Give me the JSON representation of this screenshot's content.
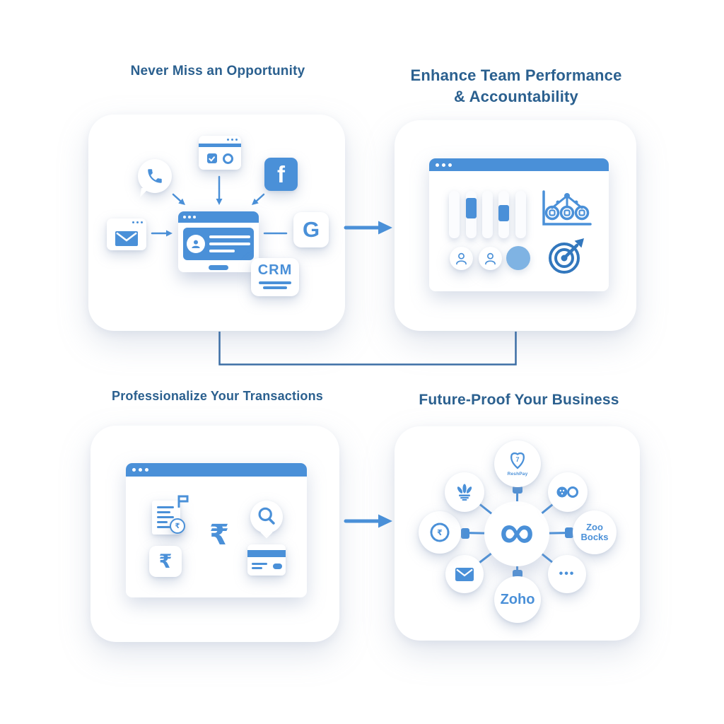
{
  "colors": {
    "accent": "#4a90d8",
    "accent-dark": "#3277bd",
    "light-blue": "#7fb3e3",
    "title": "#2b608f",
    "connector": "#3c6ea5",
    "card-bg": "#ffffff"
  },
  "titles": {
    "opportunity": "Never Miss an Opportunity",
    "performance_line1": "Enhance Team Performance",
    "performance_line2": "& Accountability",
    "transactions": "Professionalize Your Transactions",
    "future": "Future-Proof Your Business"
  },
  "opportunity": {
    "facebook_letter": "f",
    "google_letter": "G",
    "crm_label": "CRM"
  },
  "transactions": {
    "rupee_large": "₹",
    "rupee_tile": "₹",
    "rupee_badge": "₹"
  },
  "future": {
    "hub_symbol": "∞",
    "satellite_payment_label": "ReshPay",
    "satellite_payment_symbol": "7",
    "satellite_books_line1": "Zoo",
    "satellite_books_line2": "Bocks",
    "satellite_zoho_label": "Zoho",
    "satellite_more_label": "•••",
    "satellite_seal_symbol": "₹"
  }
}
